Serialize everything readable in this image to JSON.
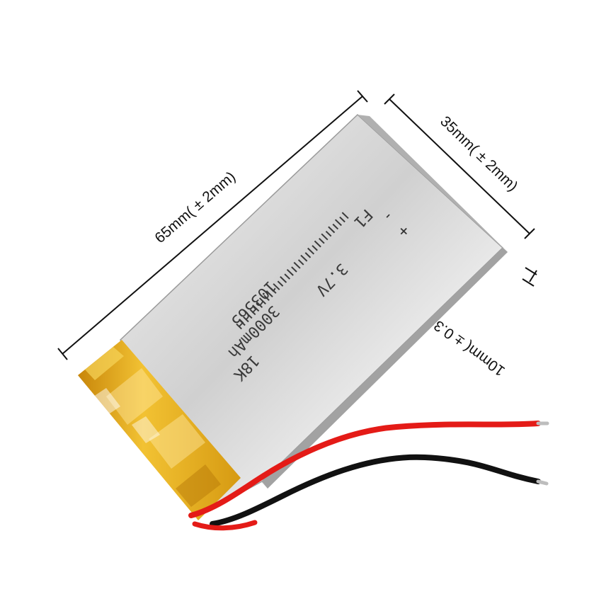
{
  "product": {
    "label_lines": {
      "model": "103565",
      "capacity": "3000mAh",
      "voltage": "3.7V",
      "code": "18K",
      "suffix": "F1"
    },
    "terminals": {
      "negative": "-",
      "positive": "+"
    }
  },
  "dimensions": {
    "length_label": "65mm( ± 2mm)",
    "width_label": "35mm( ± 2mm)",
    "thickness_label": "10mm( ± 0.3mm)"
  },
  "colors": {
    "cell_body": "#c9c9c9",
    "tape": "#e2ad12",
    "wire_red": "#e41b17",
    "wire_black": "#111111",
    "dimension_lines": "#111111"
  }
}
